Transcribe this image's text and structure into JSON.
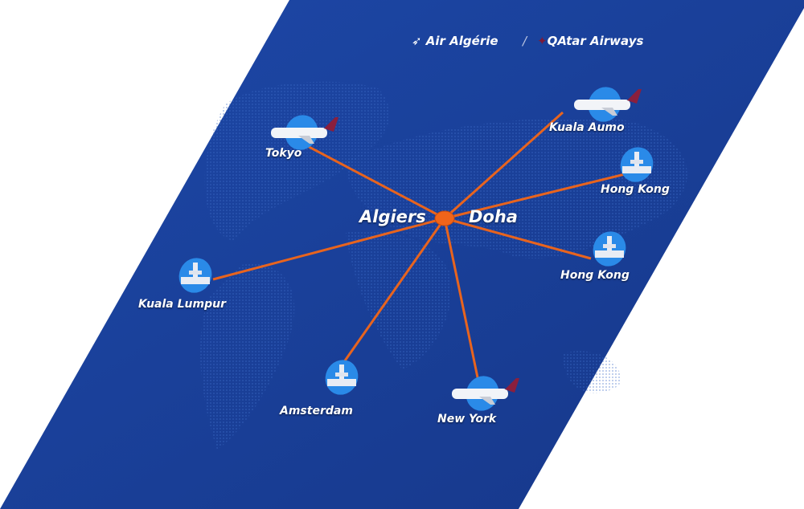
{
  "logos": {
    "air_algerie": "Air Algérie",
    "separator": "/",
    "qatar": "QAtar Airways"
  },
  "hub": {
    "left_label": "Algiers",
    "right_label": "Doha"
  },
  "destinations": [
    {
      "label": "Tokyo",
      "icon": "airplane-icon"
    },
    {
      "label": "Kuala Aumo",
      "icon": "airplane-icon"
    },
    {
      "label": "Hong Kong",
      "icon": "tower-icon"
    },
    {
      "label": "Hong Kong",
      "icon": "mosque-icon"
    },
    {
      "label": "Kuala Lumpur",
      "icon": "airport-terminal-icon"
    },
    {
      "label": "Amsterdam",
      "icon": "terminal-icon"
    },
    {
      "label": "New York",
      "icon": "airplane-icon"
    }
  ],
  "colors": {
    "background": "#1a3f9a",
    "route": "#e8641e",
    "bubble": "#2a8ae8"
  }
}
